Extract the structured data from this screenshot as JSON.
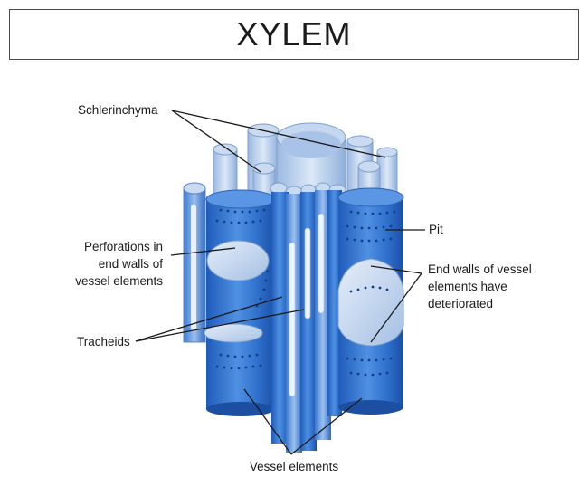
{
  "title": "XYLEM",
  "labels": {
    "schlerinchyma": "Schlerinchyma",
    "perforations": [
      "Perforations in",
      "end walls of",
      "vessel elements"
    ],
    "tracheids": "Tracheids",
    "pit": "Pit",
    "end_walls": [
      "End walls of vessel",
      "elements have",
      "deteriorated"
    ],
    "vessel_elements": "Vessel elements"
  },
  "colors": {
    "dark_blue": "#1f5fc0",
    "mid_blue": "#3d82dc",
    "light_blue": "#a9c5ea",
    "pale": "#dfe9f6",
    "outline": "#8aa5c8"
  }
}
